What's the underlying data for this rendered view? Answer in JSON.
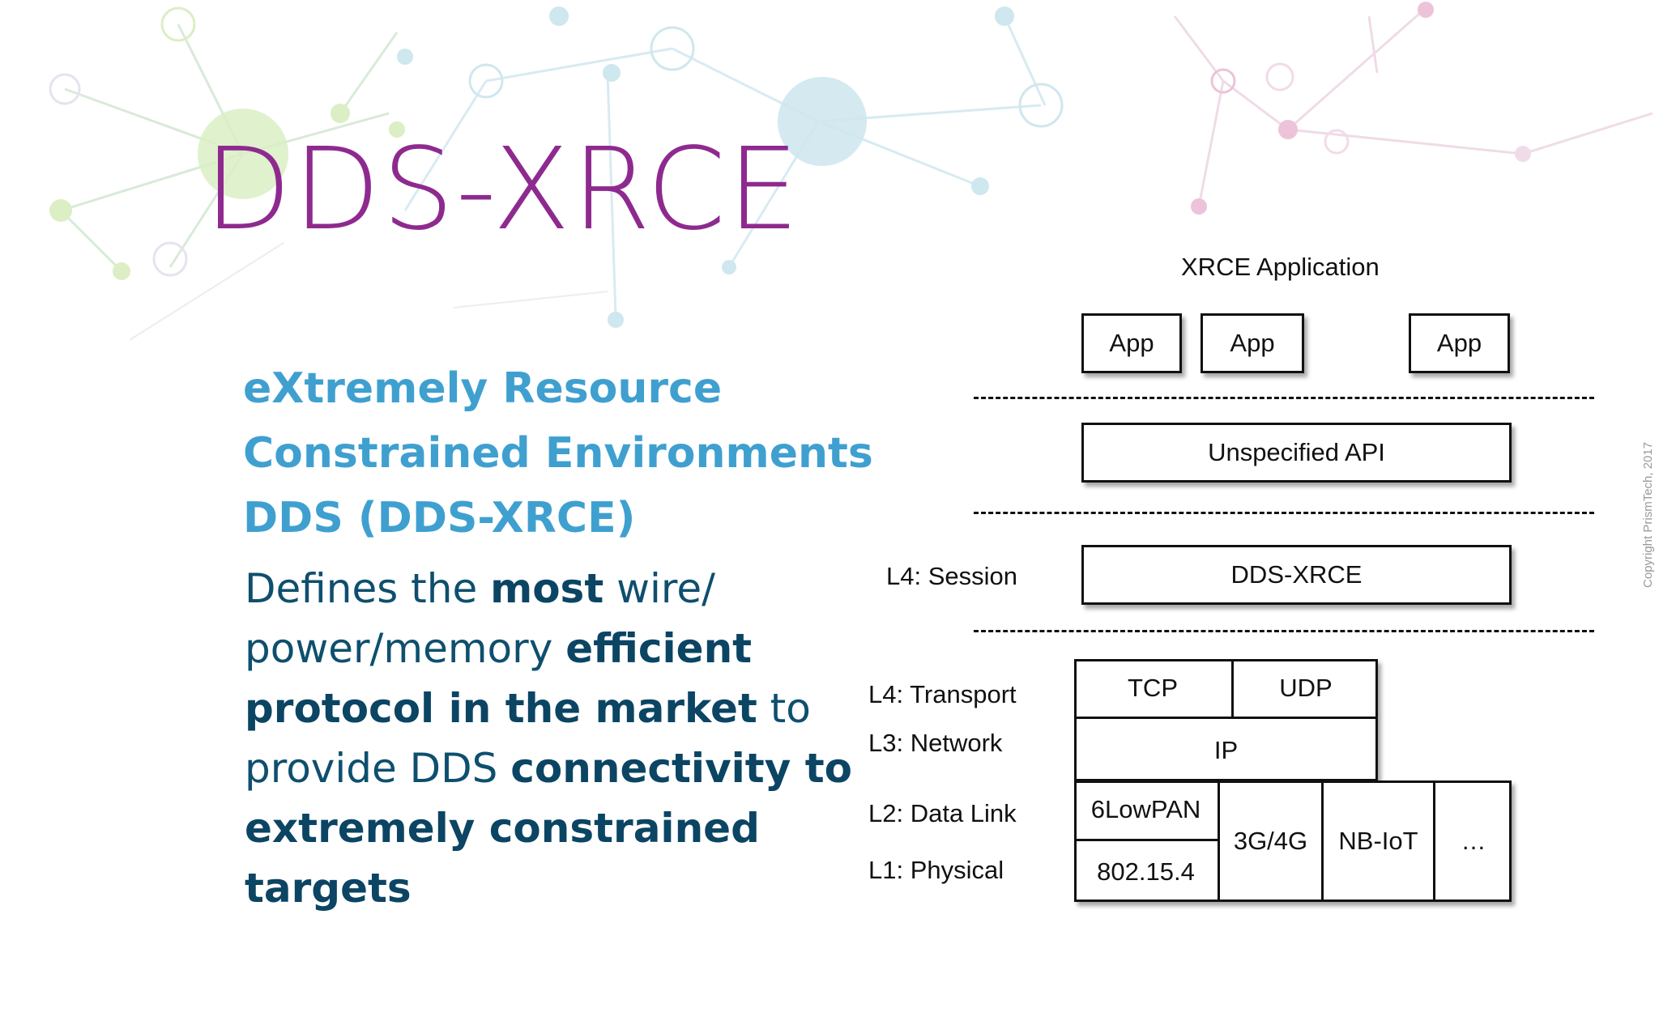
{
  "title": "DDS-XRCE",
  "subtitle_lines": [
    "eXtremely Resource",
    "Constrained Environments",
    "DDS (DDS-XRCE)"
  ],
  "description": [
    {
      "t": "Defines the ",
      "b": false
    },
    {
      "t": "most",
      "b": true
    },
    {
      "t": " wire/ power/memory ",
      "b": false
    },
    {
      "t": "efficient protocol in the market",
      "b": true
    },
    {
      "t": " to provide DDS ",
      "b": false
    },
    {
      "t": "connectivity to extremely constrained targets",
      "b": true
    }
  ],
  "diagram": {
    "heading": "XRCE Application",
    "apps": [
      "App",
      "App",
      "App"
    ],
    "api": "Unspecified API",
    "session_label": "L4: Session",
    "session_box": "DDS-XRCE",
    "layers": [
      "L4: Transport",
      "L3: Network",
      "L2: Data Link",
      "L1: Physical"
    ],
    "transport": [
      "TCP",
      "UDP"
    ],
    "network": "IP",
    "link": {
      "sixlowpan": "6LowPAN",
      "physical": "802.15.4",
      "others": [
        "3G/4G",
        "NB-IoT",
        "…"
      ]
    }
  },
  "copyright": "Copyright PrismTech, 2017",
  "colors": {
    "title": "#8e2a8f",
    "subtitle": "#3fa0d0",
    "body": "#0e4f6e"
  }
}
